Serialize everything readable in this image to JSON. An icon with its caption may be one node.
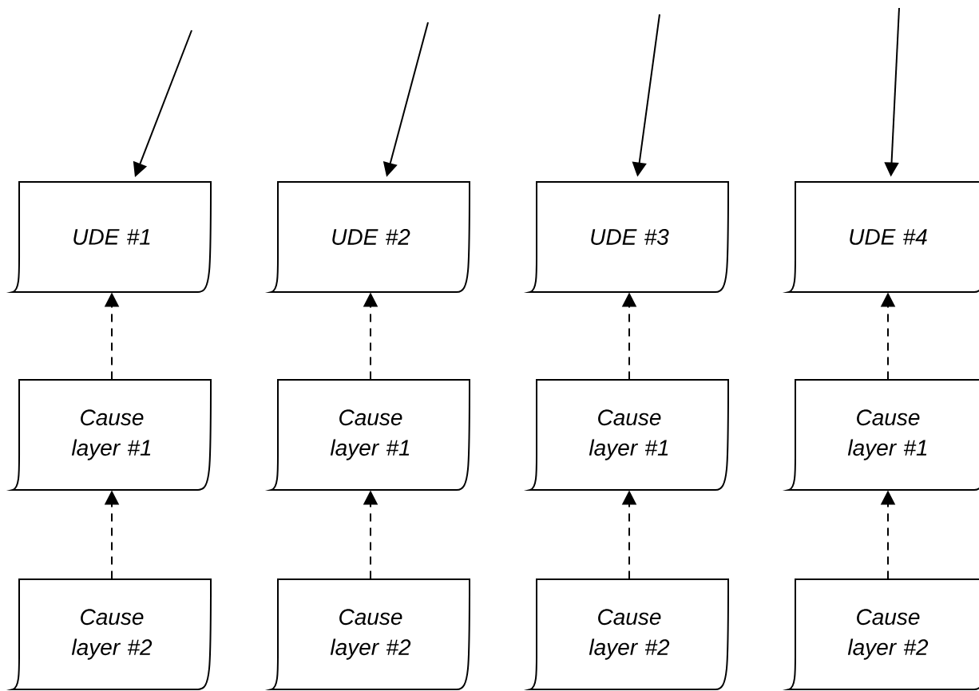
{
  "diagram": {
    "nodes": [
      {
        "text": [
          "UDE #1"
        ]
      },
      {
        "text": [
          "UDE #2"
        ]
      },
      {
        "text": [
          "UDE #3"
        ]
      },
      {
        "text": [
          "UDE #4"
        ]
      },
      {
        "text": [
          "Cause layer #1"
        ]
      },
      {
        "text": [
          "Cause layer #1"
        ]
      },
      {
        "text": [
          "Cause layer #1"
        ]
      },
      {
        "text": [
          "Cause layer #1"
        ]
      },
      {
        "text": [
          "Cause layer #2"
        ]
      },
      {
        "text": [
          "Cause layer #2"
        ]
      },
      {
        "text": [
          "Cause layer #2"
        ]
      },
      {
        "text": [
          "Cause layer #2"
        ]
      }
    ],
    "edges": [
      {
        "from": null,
        "to": 0,
        "arrow": "to"
      },
      {
        "from": null,
        "to": 1,
        "arrow": "to"
      },
      {
        "from": null,
        "to": 2,
        "arrow": "to"
      },
      {
        "from": null,
        "to": 3,
        "arrow": "to"
      },
      {
        "from": 4,
        "to": 0,
        "arrow": "to",
        "style": "dashed"
      },
      {
        "from": 5,
        "to": 1,
        "arrow": "to",
        "style": "dashed"
      },
      {
        "from": 6,
        "to": 2,
        "arrow": "to",
        "style": "dashed"
      },
      {
        "from": 7,
        "to": 3,
        "arrow": "to",
        "style": "dashed"
      },
      {
        "from": 8,
        "to": 4,
        "arrow": "to",
        "style": "dashed"
      },
      {
        "from": 9,
        "to": 5,
        "arrow": "to",
        "style": "dashed"
      },
      {
        "from": 10,
        "to": 6,
        "arrow": "to",
        "style": "dashed"
      },
      {
        "from": 11,
        "to": 7,
        "arrow": "to",
        "style": "dashed"
      }
    ]
  }
}
